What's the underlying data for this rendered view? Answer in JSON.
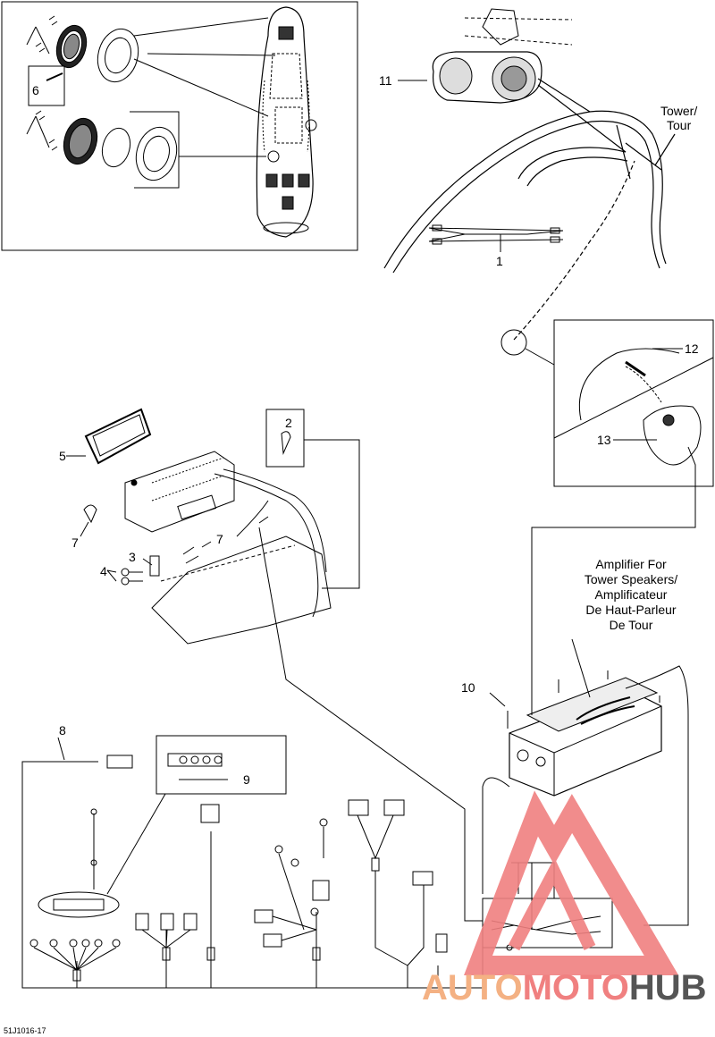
{
  "figure_code": "51J1016-17",
  "callouts": {
    "c1": "1",
    "c2": "2",
    "c3": "3",
    "c4": "4",
    "c5": "5",
    "c6": "6",
    "c7a": "7",
    "c7b": "7",
    "c8": "8",
    "c9": "9",
    "c10": "10",
    "c11": "11",
    "c12": "12",
    "c13": "13"
  },
  "tower_label": [
    "Tower/",
    "Tour"
  ],
  "amplifier_label": [
    "Amplifier For",
    "Tower Speakers/",
    "Amplificateur",
    "De Haut-Parleur",
    "De Tour"
  ],
  "watermark": {
    "part1": "AUTO",
    "part2": "MOTO",
    "part3": "HUB",
    "color_a": "#f4b183",
    "color_b": "#f08080",
    "color_c": "#555555",
    "logo_color": "#f08080"
  }
}
